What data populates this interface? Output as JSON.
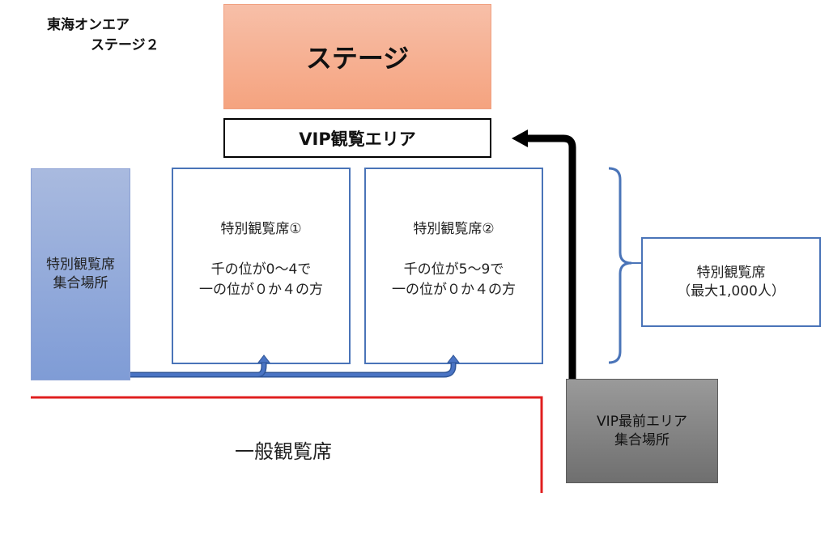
{
  "venue": {
    "line1": "東海オンエア",
    "line2": "ステージ２"
  },
  "stage": {
    "label": "ステージ"
  },
  "vip_area": {
    "label": "VIP観覧エリア"
  },
  "special_gathering": {
    "line1": "特別観覧席",
    "line2": "集合場所"
  },
  "seat1": {
    "title": "特別観覧席①",
    "line1": "千の位が0～4で",
    "line2": "一の位が０か４の方"
  },
  "seat2": {
    "title": "特別観覧席②",
    "line1": "千の位が5～9で",
    "line2": "一の位が０か４の方"
  },
  "special_summary": {
    "line1": "特別観覧席",
    "line2": "（最大1,000人）"
  },
  "general_seating": {
    "label": "一般観覧席"
  },
  "vip_gathering": {
    "line1": "VIP最前エリア",
    "line2": "集合場所"
  },
  "colors": {
    "stage": "#f5a37f",
    "seat_border": "#4a74b8",
    "gather_blue": "#7f9cd6",
    "vip_gather_gray": "#707070",
    "boundary_red": "#e01f1f",
    "arrow_black": "#000000"
  }
}
